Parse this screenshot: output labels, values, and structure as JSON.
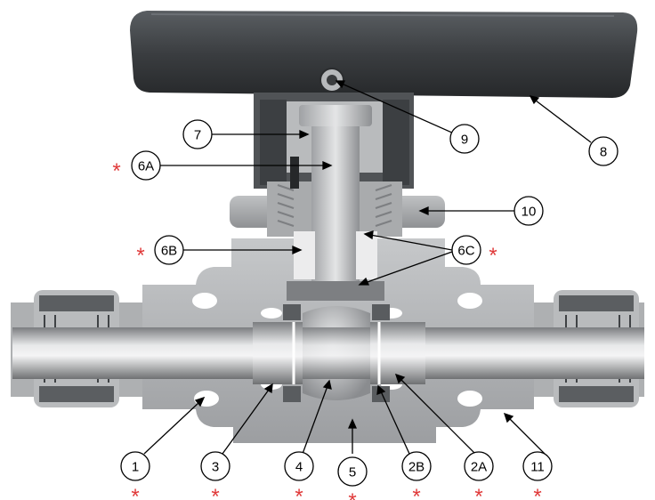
{
  "diagram": {
    "colors": {
      "background": "#ffffff",
      "body_metal": "#a9abad",
      "body_light": "#d9dadb",
      "body_dark": "#6f7173",
      "handle": "#3a3d40",
      "handle_highlight": "#5a5e62",
      "arrow": "#000000",
      "star": "#e03a3a"
    },
    "callouts": [
      {
        "id": "c7",
        "label": "7"
      },
      {
        "id": "c6A",
        "label": "6A"
      },
      {
        "id": "c9",
        "label": "9"
      },
      {
        "id": "c8",
        "label": "8"
      },
      {
        "id": "c10",
        "label": "10"
      },
      {
        "id": "c6B",
        "label": "6B"
      },
      {
        "id": "c6C",
        "label": "6C"
      },
      {
        "id": "c1",
        "label": "1"
      },
      {
        "id": "c3",
        "label": "3"
      },
      {
        "id": "c4",
        "label": "4"
      },
      {
        "id": "c5",
        "label": "5"
      },
      {
        "id": "c2B",
        "label": "2B"
      },
      {
        "id": "c2A",
        "label": "2A"
      },
      {
        "id": "c11",
        "label": "11"
      }
    ],
    "star_symbol": "*"
  }
}
